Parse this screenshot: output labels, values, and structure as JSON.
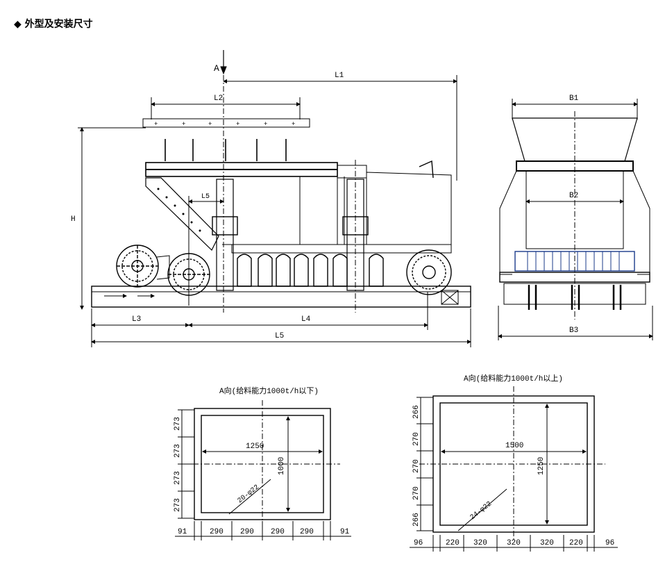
{
  "header": {
    "bullet": "◆",
    "title": "外型及安装尺寸"
  },
  "side_view": {
    "view_marker": "A",
    "labels": {
      "l1": "L1",
      "l2": "L2",
      "l3": "L3",
      "l4": "L4",
      "l5": "L5",
      "ls": "L5",
      "h": "H"
    }
  },
  "end_view": {
    "labels": {
      "b1": "B1",
      "b2": "B2",
      "b3": "B3"
    }
  },
  "a_view_small": {
    "title": "A向(给料能力1000t/h以下)",
    "width": "1250",
    "height": "1000",
    "holes": "20-φ22",
    "left_dims": [
      "273",
      "273",
      "273",
      "273"
    ],
    "bottom_dims": [
      "91",
      "290",
      "290",
      "290",
      "290",
      "91"
    ]
  },
  "a_view_large": {
    "title": "A向(给料能力1000t/h以上)",
    "width": "1500",
    "height": "1250",
    "holes": "24-φ22",
    "left_dims": [
      "266",
      "270",
      "270",
      "270",
      "266"
    ],
    "bottom_dims": [
      "96",
      "220",
      "320",
      "320",
      "320",
      "220",
      "96"
    ]
  }
}
